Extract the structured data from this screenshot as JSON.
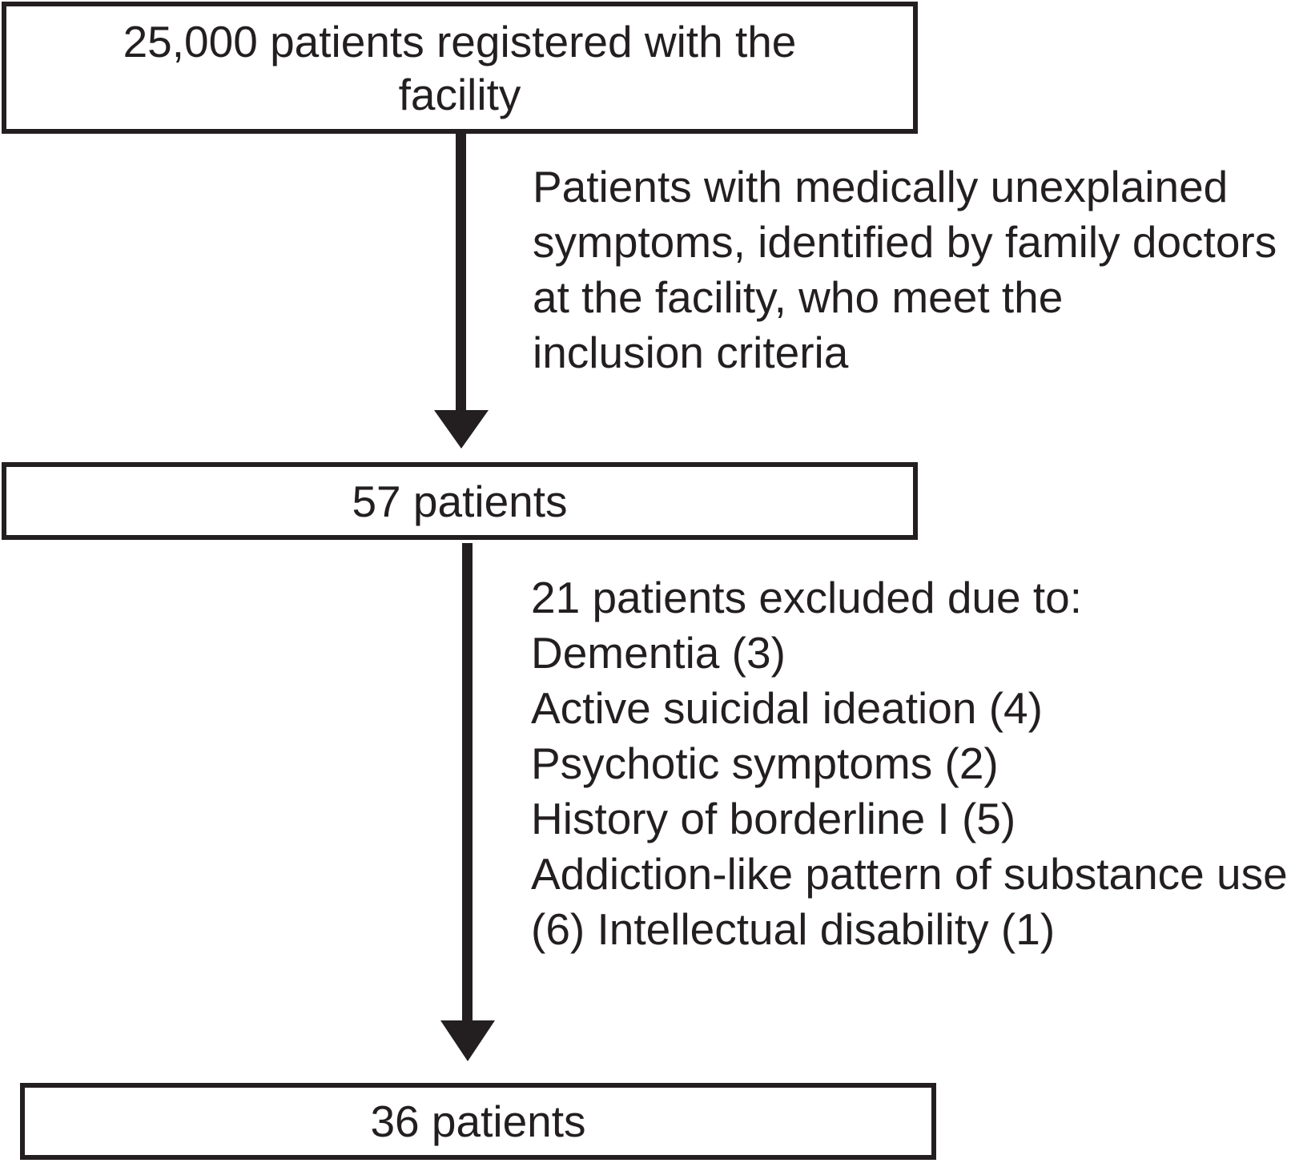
{
  "figure": {
    "kind": "patient-recruitment-flow-diagram",
    "colors": {
      "ink": "#231f20",
      "background": "#ffffff"
    },
    "boxes": [
      {
        "id": "registered",
        "lines": [
          "25,000 patients registered with the",
          "facility"
        ]
      },
      {
        "id": "eligible",
        "lines": [
          "57 patients"
        ]
      },
      {
        "id": "included",
        "lines": [
          "36 patients"
        ]
      }
    ],
    "annotations": [
      {
        "id": "inclusion",
        "lines": [
          "Patients with medically unexplained",
          "symptoms, identified by family doctors",
          "at the facility, who meet the",
          "inclusion criteria"
        ]
      },
      {
        "id": "exclusion",
        "lines": [
          "21 patients excluded due to:",
          "Dementia (3)",
          "Active suicidal ideation (4)",
          "Psychotic symptoms (2)",
          "History of borderline I (5)",
          "Addiction-like pattern of substance use",
          "(6) Intellectual disability (1)"
        ]
      }
    ],
    "arrows": [
      {
        "id": "arrow-registered-to-eligible",
        "direction": "down"
      },
      {
        "id": "arrow-eligible-to-included",
        "direction": "down"
      }
    ]
  }
}
